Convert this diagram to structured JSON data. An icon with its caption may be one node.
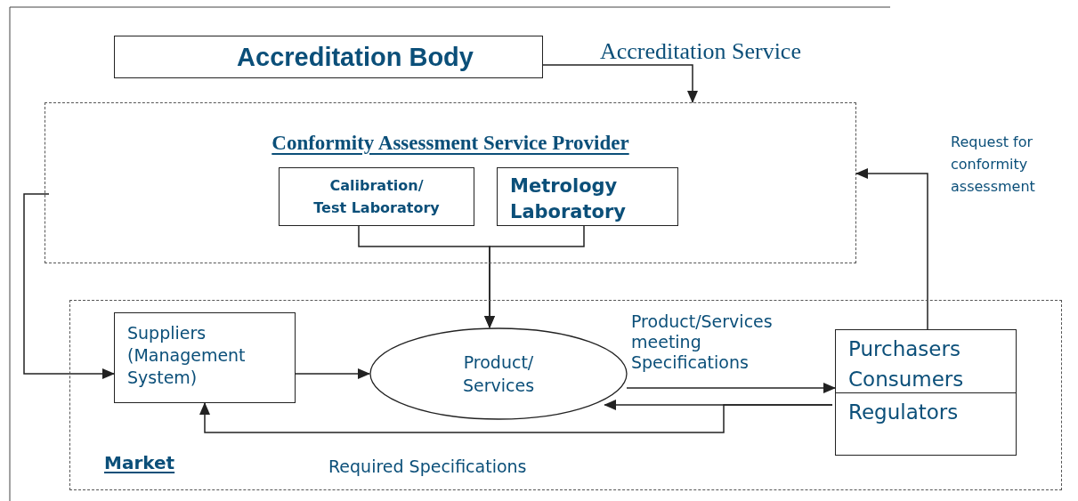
{
  "diagram": {
    "nodes": [
      {
        "text": [
          "Accreditation Body"
        ]
      },
      {
        "text": [
          "Conformity Assessment Service Provider"
        ]
      },
      {
        "text": [
          "Calibration/ Test Laboratory"
        ],
        "in": 1
      },
      {
        "text": [
          "Metrology Laboratory"
        ],
        "in": 1
      },
      {
        "text": [
          "Market"
        ]
      },
      {
        "text": [
          "Suppliers (Management System)"
        ],
        "in": 4
      },
      {
        "text": [
          "Product/ Services"
        ],
        "in": 4
      },
      {
        "text": [
          "Purchasers Consumers",
          "Regulators"
        ],
        "in": 4
      }
    ],
    "edges": [
      {
        "from": 0,
        "to": 1,
        "arrow": "to",
        "label": "Accreditation Service"
      },
      {
        "from": 7,
        "to": 1,
        "arrow": "to",
        "label": "Request for conformity assessment"
      },
      {
        "from": 2,
        "to": 6,
        "arrow": "to"
      },
      {
        "from": 3,
        "to": 6,
        "arrow": "to"
      },
      {
        "from": 1,
        "to": 5,
        "arrow": "to"
      },
      {
        "from": 5,
        "to": 6,
        "arrow": "to"
      },
      {
        "from": 6,
        "to": 7,
        "arrow": "to",
        "label": "Product/Services meeting Specifications"
      },
      {
        "from": 7,
        "to": 6,
        "arrow": "to"
      },
      {
        "from": 7,
        "to": 5,
        "arrow": "to",
        "label": "Required Specifications"
      }
    ]
  }
}
